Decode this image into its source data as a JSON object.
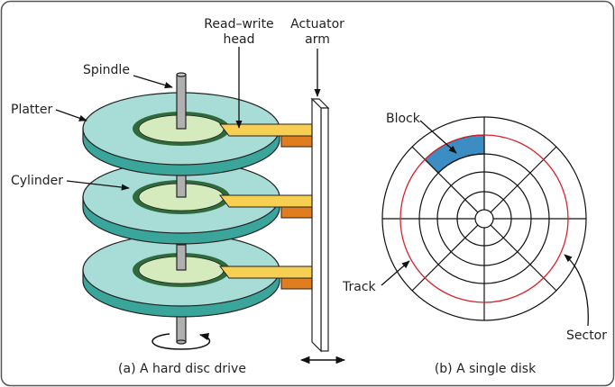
{
  "labels": {
    "read_write_head_line1": "Read–write",
    "read_write_head_line2": "head",
    "actuator_arm_line1": "Actuator",
    "actuator_arm_line2": "arm",
    "spindle": "Spindle",
    "platter": "Platter",
    "cylinder": "Cylinder",
    "block": "Block",
    "track": "Track",
    "sector": "Sector"
  },
  "captions": {
    "left": "(a) A hard disc drive",
    "right": "(b) A single disk"
  },
  "colors": {
    "platter_top": "#a8dcd6",
    "platter_side": "#3aa59a",
    "hub_ring": "#2e6a3a",
    "hub_center": "#d6ebbd",
    "spindle": "#b0b0b0",
    "head_arm": "#f7cf52",
    "head_block": "#e07d1e",
    "block_fill": "#3c8dc4",
    "track_highlight": "#d9232e",
    "frame_border": "#555555"
  }
}
